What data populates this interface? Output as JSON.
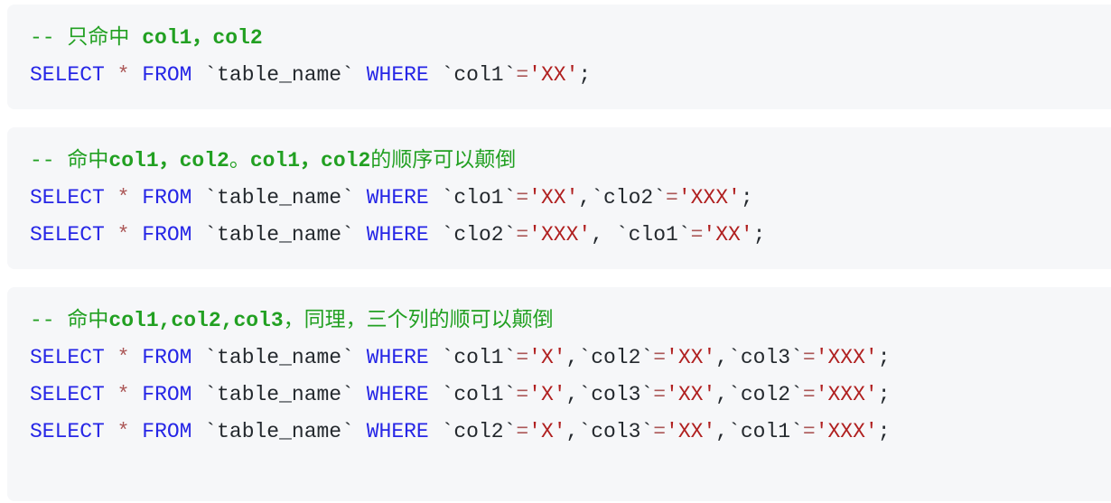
{
  "page": {
    "background": "#ffffff",
    "code_block_background": "#f6f7f9"
  },
  "colors": {
    "keyword": "#2626e6",
    "operator": "#ab5656",
    "string": "#b02020",
    "text": "#24292e",
    "comment": "#22a022"
  },
  "blocks": [
    {
      "name": "single-column-hit",
      "lines": [
        [
          [
            "cm",
            "-- 只命中 "
          ],
          [
            "cmb",
            "col1，col2"
          ]
        ],
        [
          [
            "kw",
            "SELECT"
          ],
          [
            "tx",
            " "
          ],
          [
            "op",
            "*"
          ],
          [
            "tx",
            " "
          ],
          [
            "kw",
            "FROM"
          ],
          [
            "tx",
            " `table_name` "
          ],
          [
            "kw",
            "WHERE"
          ],
          [
            "tx",
            " `col1`"
          ],
          [
            "op",
            "="
          ],
          [
            "str",
            "'XX'"
          ],
          [
            "tx",
            ";"
          ]
        ]
      ]
    },
    {
      "name": "two-column-hit",
      "lines": [
        [
          [
            "cm",
            "-- 命中"
          ],
          [
            "cmb",
            "col1，col2"
          ],
          [
            "cm",
            "。"
          ],
          [
            "cmb",
            "col1，col2"
          ],
          [
            "cm",
            "的顺序可以颠倒"
          ]
        ],
        [
          [
            "kw",
            "SELECT"
          ],
          [
            "tx",
            " "
          ],
          [
            "op",
            "*"
          ],
          [
            "tx",
            " "
          ],
          [
            "kw",
            "FROM"
          ],
          [
            "tx",
            " `table_name` "
          ],
          [
            "kw",
            "WHERE"
          ],
          [
            "tx",
            " `clo1`"
          ],
          [
            "op",
            "="
          ],
          [
            "str",
            "'XX'"
          ],
          [
            "tx",
            ",`clo2`"
          ],
          [
            "op",
            "="
          ],
          [
            "str",
            "'XXX'"
          ],
          [
            "tx",
            ";"
          ]
        ],
        [
          [
            "kw",
            "SELECT"
          ],
          [
            "tx",
            " "
          ],
          [
            "op",
            "*"
          ],
          [
            "tx",
            " "
          ],
          [
            "kw",
            "FROM"
          ],
          [
            "tx",
            " `table_name` "
          ],
          [
            "kw",
            "WHERE"
          ],
          [
            "tx",
            " `clo2`"
          ],
          [
            "op",
            "="
          ],
          [
            "str",
            "'XXX'"
          ],
          [
            "tx",
            ", `clo1`"
          ],
          [
            "op",
            "="
          ],
          [
            "str",
            "'XX'"
          ],
          [
            "tx",
            ";"
          ]
        ]
      ]
    },
    {
      "name": "three-column-hit",
      "lines": [
        [
          [
            "cm",
            "-- 命中"
          ],
          [
            "cmb",
            "col1,col2,col3"
          ],
          [
            "cm",
            "，同理，三个列的顺可以颠倒"
          ]
        ],
        [
          [
            "kw",
            "SELECT"
          ],
          [
            "tx",
            " "
          ],
          [
            "op",
            "*"
          ],
          [
            "tx",
            " "
          ],
          [
            "kw",
            "FROM"
          ],
          [
            "tx",
            " `table_name` "
          ],
          [
            "kw",
            "WHERE"
          ],
          [
            "tx",
            " `col1`"
          ],
          [
            "op",
            "="
          ],
          [
            "str",
            "'X'"
          ],
          [
            "tx",
            ",`col2`"
          ],
          [
            "op",
            "="
          ],
          [
            "str",
            "'XX'"
          ],
          [
            "tx",
            ",`col3`"
          ],
          [
            "op",
            "="
          ],
          [
            "str",
            "'XXX'"
          ],
          [
            "tx",
            ";"
          ]
        ],
        [
          [
            "kw",
            "SELECT"
          ],
          [
            "tx",
            " "
          ],
          [
            "op",
            "*"
          ],
          [
            "tx",
            " "
          ],
          [
            "kw",
            "FROM"
          ],
          [
            "tx",
            " `table_name` "
          ],
          [
            "kw",
            "WHERE"
          ],
          [
            "tx",
            " `col1`"
          ],
          [
            "op",
            "="
          ],
          [
            "str",
            "'X'"
          ],
          [
            "tx",
            ",`col3`"
          ],
          [
            "op",
            "="
          ],
          [
            "str",
            "'XX'"
          ],
          [
            "tx",
            ",`col2`"
          ],
          [
            "op",
            "="
          ],
          [
            "str",
            "'XXX'"
          ],
          [
            "tx",
            ";"
          ]
        ],
        [
          [
            "kw",
            "SELECT"
          ],
          [
            "tx",
            " "
          ],
          [
            "op",
            "*"
          ],
          [
            "tx",
            " "
          ],
          [
            "kw",
            "FROM"
          ],
          [
            "tx",
            " `table_name` "
          ],
          [
            "kw",
            "WHERE"
          ],
          [
            "tx",
            " `col2`"
          ],
          [
            "op",
            "="
          ],
          [
            "str",
            "'X'"
          ],
          [
            "tx",
            ",`col3`"
          ],
          [
            "op",
            "="
          ],
          [
            "str",
            "'XX'"
          ],
          [
            "tx",
            ",`col1`"
          ],
          [
            "op",
            "="
          ],
          [
            "str",
            "'XXX'"
          ],
          [
            "tx",
            ";"
          ]
        ]
      ]
    }
  ]
}
